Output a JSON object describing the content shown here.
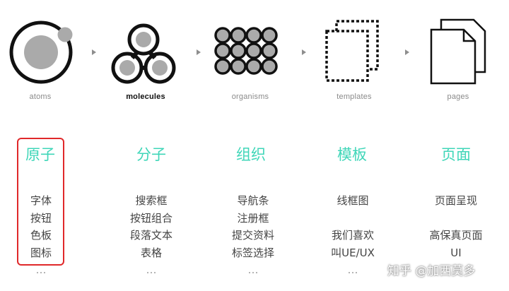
{
  "stages": [
    {
      "label": "atoms",
      "title": "原子",
      "items": [
        "字体",
        "按钮",
        "色板",
        "图标"
      ]
    },
    {
      "label": "molecules",
      "title": "分子",
      "items": [
        "搜索框",
        "按钮组合",
        "段落文本",
        "表格"
      ]
    },
    {
      "label": "organisms",
      "title": "组织",
      "items": [
        "导航条",
        "注册框",
        "提交资料",
        "标签选择"
      ]
    },
    {
      "label": "templates",
      "title": "模板",
      "items": [
        "线框图",
        "",
        "我们喜欢",
        "叫UE/UX"
      ]
    },
    {
      "label": "pages",
      "title": "页面",
      "items": [
        "页面呈现",
        "",
        "高保真页面",
        "UI"
      ]
    }
  ],
  "ellipsis": "…",
  "watermark": "知乎 @加西莫多",
  "colors": {
    "accent": "#3fd6b8",
    "highlight": "#e0282a"
  }
}
